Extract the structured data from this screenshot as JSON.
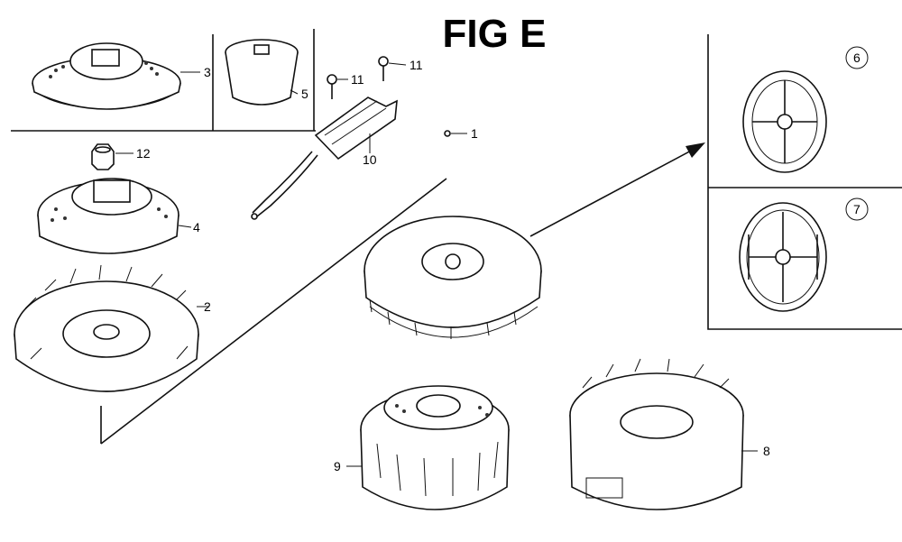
{
  "title": "FIG E",
  "callouts": {
    "c1": "1",
    "c2": "2",
    "c3": "3",
    "c4": "4",
    "c5": "5",
    "c6": "6",
    "c7": "7",
    "c8": "8",
    "c9": "9",
    "c10": "10",
    "c11a": "11",
    "c11b": "11",
    "c12": "12"
  }
}
